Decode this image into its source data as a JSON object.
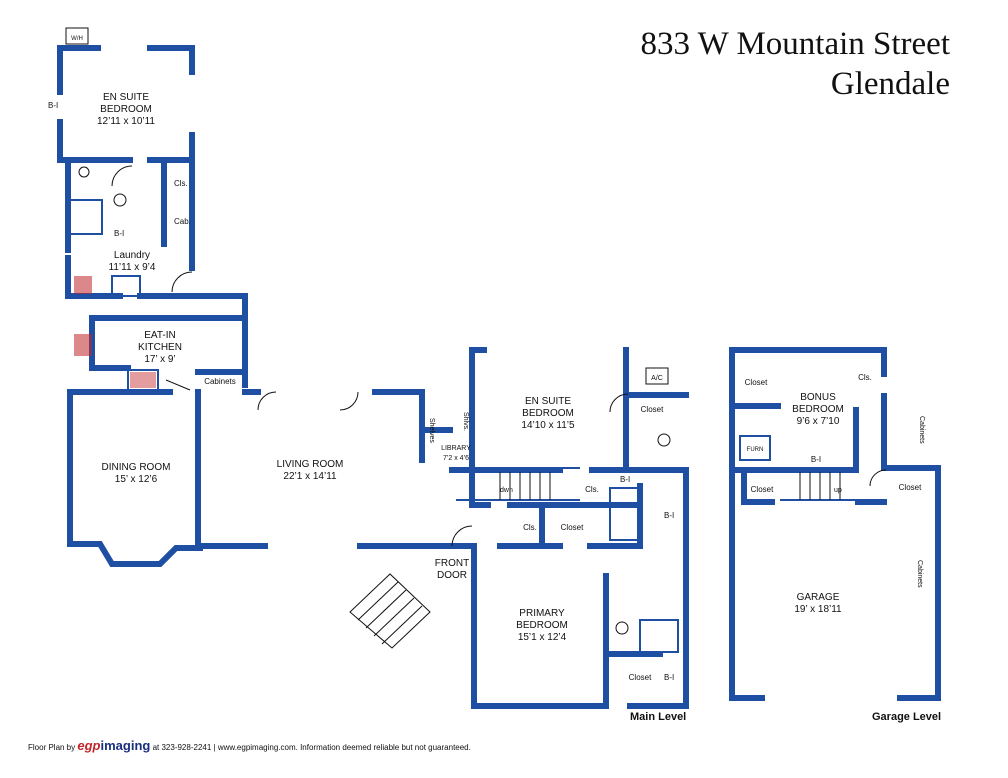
{
  "header": {
    "address_line1": "833 W Mountain Street",
    "address_line2": "Glendale"
  },
  "levels": {
    "main": "Main Level",
    "garage": "Garage Level"
  },
  "rooms": {
    "ensuite1_name1": "EN SUITE",
    "ensuite1_name2": "BEDROOM",
    "ensuite1_dim": "12’11 x 10’11",
    "laundry_name": "Laundry",
    "laundry_dim": "11’11 x 9’4",
    "kitchen_name1": "EAT-IN",
    "kitchen_name2": "KITCHEN",
    "kitchen_dim": "17’ x 9’",
    "dining_name": "DINING ROOM",
    "dining_dim": "15’ x 12’6",
    "living_name": "LIVING ROOM",
    "living_dim": "22’1 x 14’11",
    "library_name": "LIBRARY",
    "library_dim": "7’2 x 4’6",
    "ensuite2_name1": "EN SUITE",
    "ensuite2_name2": "BEDROOM",
    "ensuite2_dim": "14’10 x 11’5",
    "front_door1": "FRONT",
    "front_door2": "DOOR",
    "primary_name1": "PRIMARY",
    "primary_name2": "BEDROOM",
    "primary_dim": "15’1 x 12’4",
    "bonus_name1": "BONUS",
    "bonus_name2": "BEDROOM",
    "bonus_dim": "9’6 x 7’10",
    "garage_name": "GARAGE",
    "garage_dim": "19’ x 18’11"
  },
  "labels": {
    "wh": "W/H",
    "bi": "B-I",
    "cls": "Cls.",
    "cab": "Cab.",
    "cabinets": "Cabinets",
    "closet": "Closet",
    "shelves": "Shelves",
    "shlvs": "Shlvs.",
    "dwn": "dwn",
    "up": "up",
    "ac": "A/C",
    "furn": "FURN"
  },
  "footer": {
    "prefix": "Floor Plan by",
    "brand_a": "egp",
    "brand_b": "imaging",
    "rest": "at 323-928-2241 | www.egpimaging.com. Information deemed reliable but not guaranteed."
  },
  "colors": {
    "wall": "#1f4fa3",
    "text": "#111111",
    "fixture_red": "#c0262b"
  }
}
